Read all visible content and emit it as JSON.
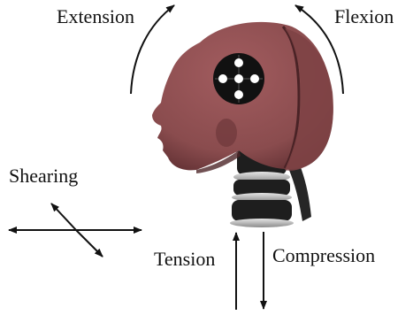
{
  "labels": {
    "extension": "Extension",
    "flexion": "Flexion",
    "shearing": "Shearing",
    "tension": "Tension",
    "compression": "Compression"
  },
  "colors": {
    "line": "#111111",
    "head_skin": "#8a4c4e",
    "head_skin_dark": "#5e2e31",
    "target_disc": "#111111",
    "target_dot": "#ffffff",
    "neck_rubber": "#1e1e1e",
    "neck_metal": "#b9b9b9"
  },
  "icons": {
    "extension_arrow": "curved-arrow-up-right-icon",
    "flexion_arrow": "curved-arrow-up-left-icon",
    "shear_arrows": "crossed-double-arrow-icon",
    "tension_arrow": "arrow-up-icon",
    "compression_arrow": "arrow-down-icon"
  }
}
